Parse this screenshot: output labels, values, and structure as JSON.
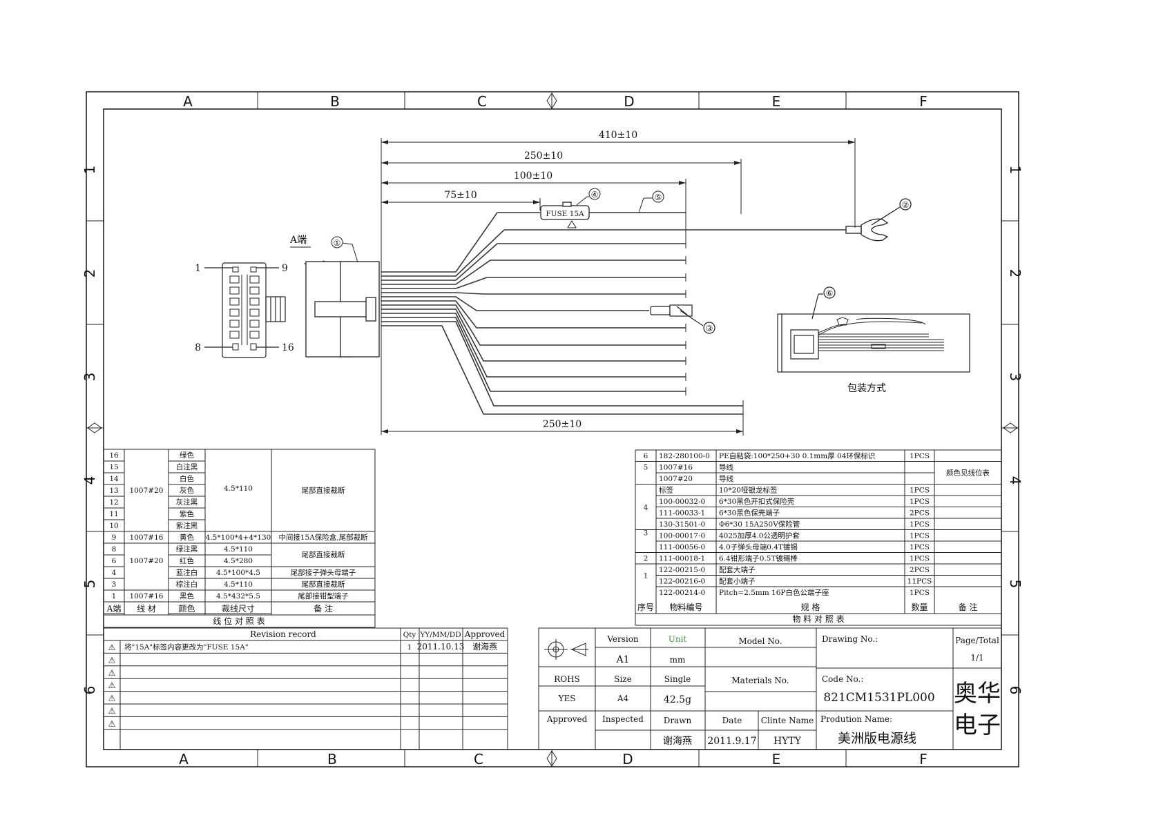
{
  "frame": {
    "cols": [
      "A",
      "B",
      "C",
      "D",
      "E",
      "F"
    ],
    "rows": [
      "1",
      "2",
      "3",
      "4",
      "5",
      "6"
    ]
  },
  "dimensions": {
    "d410": "410±10",
    "d250": "250±10",
    "d100": "100±10",
    "d75": "75±10",
    "d250b": "250±10"
  },
  "callouts": {
    "c1": "①",
    "c2": "②",
    "c3": "③",
    "c4": "④",
    "c5": "⑤",
    "c6": "⑥"
  },
  "fuse_label": "FUSE 15A",
  "a_end_label": "A端",
  "pin_labels": {
    "p1": "1",
    "p9": "9",
    "p8": "8",
    "p16": "16"
  },
  "packaging_label": "包装方式",
  "wire_table": {
    "title": "线 位 对 照 表",
    "headers": [
      "A端",
      "线 材",
      "颜色",
      "裁线尺寸",
      "备 注"
    ],
    "group_a": {
      "material": "1007#20",
      "size": "4.5*110",
      "note": "尾部直接裁断"
    },
    "rows_a": [
      {
        "pin": "16",
        "color": "绿色"
      },
      {
        "pin": "15",
        "color": "白注黑"
      },
      {
        "pin": "14",
        "color": "白色"
      },
      {
        "pin": "13",
        "color": "灰色"
      },
      {
        "pin": "12",
        "color": "灰注黑"
      },
      {
        "pin": "11",
        "color": "紫色"
      },
      {
        "pin": "10",
        "color": "紫注黑"
      }
    ],
    "row9": {
      "pin": "9",
      "material": "1007#16",
      "color": "黄色",
      "size": "4.5*100*4+4*130",
      "note": "中间接15A保险盒,尾部裁断"
    },
    "group_b_material": "1007#20",
    "rows_b": [
      {
        "pin": "8",
        "color": "绿注黑",
        "size": "4.5*110",
        "note": "尾部直接裁断"
      },
      {
        "pin": "6",
        "color": "红色",
        "size": "4.5*280",
        "note": ""
      },
      {
        "pin": "4",
        "color": "蓝注白",
        "size": "4.5*100*4.5",
        "note": "尾部接子弹头母端子"
      },
      {
        "pin": "3",
        "color": "棕注白",
        "size": "4.5*110",
        "note": "尾部直接裁断"
      }
    ],
    "row1": {
      "pin": "1",
      "material": "1007#16",
      "color": "黑色",
      "size": "4.5*432*5.5",
      "note": "尾部接钳型端子"
    }
  },
  "bom_table": {
    "title": "物 料 对 照 表",
    "headers": [
      "序号",
      "物料编号",
      "规 格",
      "数量",
      "备 注"
    ],
    "remark_group": "颜色见线位表",
    "rows": [
      {
        "seq": "6",
        "code": "182-280100-0",
        "spec": "PE自粘袋:100*250+30 0.1mm厚 04环保标识",
        "qty": "1PCS"
      },
      {
        "seq": "5",
        "code": "1007#16",
        "spec": "导线",
        "qty": ""
      },
      {
        "seq": "",
        "code": "1007#20",
        "spec": "导线",
        "qty": ""
      },
      {
        "seq": "4",
        "code": "标签",
        "spec": "10*20哑银龙标签",
        "qty": "1PCS"
      },
      {
        "seq": "",
        "code": "100-00032-0",
        "spec": "6*30黑色开扣式保险壳",
        "qty": "1PCS"
      },
      {
        "seq": "",
        "code": "111-00033-1",
        "spec": "6*30黑色保壳端子",
        "qty": "2PCS"
      },
      {
        "seq": "",
        "code": "130-31501-0",
        "spec": "Φ6*30 15A250V保险管",
        "qty": "1PCS"
      },
      {
        "seq": "3",
        "code": "100-00017-0",
        "spec": "4025加厚4.0公透明护套",
        "qty": "1PCS"
      },
      {
        "seq": "",
        "code": "111-00056-0",
        "spec": "4.0子弹头母端0.4T镀锡",
        "qty": "1PCS"
      },
      {
        "seq": "2",
        "code": "111-00018-1",
        "spec": "6.4钳形端子0.5T镀锡棒",
        "qty": "1PCS"
      },
      {
        "seq": "1",
        "code": "122-00215-0",
        "spec": "配套大端子",
        "qty": "2PCS"
      },
      {
        "seq": "",
        "code": "122-00216-0",
        "spec": "配套小端子",
        "qty": "11PCS"
      },
      {
        "seq": "",
        "code": "122-00214-0",
        "spec": "Pitch=2.5mm 16P白色公端子座",
        "qty": "1PCS"
      }
    ]
  },
  "revision": {
    "headers": {
      "title": "Revision    record",
      "qty": "Qty",
      "date": "YY/MM/DD",
      "approved": "Approved"
    },
    "entries": [
      {
        "mark": "⚠",
        "text": "将\"15A\"标签内容更改为\"FUSE 15A\"",
        "qty": "1",
        "date": "2011.10.13",
        "approved": "谢海燕"
      },
      {
        "mark": "⚠",
        "text": "",
        "qty": "",
        "date": "",
        "approved": ""
      },
      {
        "mark": "⚠",
        "text": "",
        "qty": "",
        "date": "",
        "approved": ""
      },
      {
        "mark": "⚠",
        "text": "",
        "qty": "",
        "date": "",
        "approved": ""
      },
      {
        "mark": "⚠",
        "text": "",
        "qty": "",
        "date": "",
        "approved": ""
      },
      {
        "mark": "⚠",
        "text": "",
        "qty": "",
        "date": "",
        "approved": ""
      },
      {
        "mark": "⚠",
        "text": "",
        "qty": "",
        "date": "",
        "approved": ""
      }
    ]
  },
  "title_block": {
    "version_label": "Version",
    "version_value": "A1",
    "unit_label": "Unit",
    "unit_value": "mm",
    "model_label": "Model No.",
    "drawing_label": "Drawing No.:",
    "page_label": "Page/Total",
    "page_value": "1/1",
    "rohs_label": "ROHS",
    "rohs_value": "YES",
    "size_label": "Size",
    "size_value": "A4",
    "single_label": "Single",
    "single_value": "42.5g",
    "materials_label": "Materials No.",
    "code_label": "Code No.:",
    "code_value": "821CM1531PL000",
    "approved_label": "Approved",
    "inspected_label": "Inspected",
    "drawn_label": "Drawn",
    "drawn_value": "谢海燕",
    "date_label": "Date",
    "date_value": "2011.9.17",
    "client_label": "Clinte Name",
    "client_value": "HYTY",
    "production_label": "Prodution Name:",
    "production_value": "美洲版电源线",
    "company_line1": "奥华",
    "company_line2": "电子"
  }
}
